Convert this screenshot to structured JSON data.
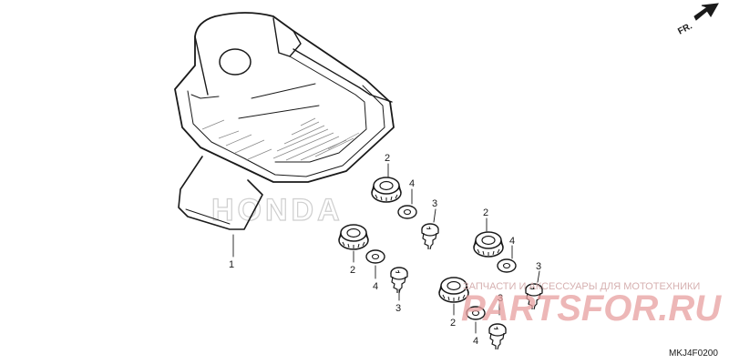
{
  "direction_label": "FR.",
  "diagram_code": "MKJ4F0200",
  "watermark": {
    "brand": "PARTSFOR.RU",
    "tagline": "ЗАПЧАСТИ И АКСЕССУАРЫ ДЛЯ МОТОТЕХНИКИ",
    "ghost_logo": "HONDA"
  },
  "parts": {
    "cover": "1",
    "grommets": [
      "2",
      "2",
      "2",
      "2"
    ],
    "screws": [
      "3",
      "3",
      "3",
      "3"
    ],
    "washers": [
      "4",
      "4",
      "4",
      "4"
    ]
  },
  "colors": {
    "ink": "#1a1a1a",
    "watermark": "#e8a0a0"
  }
}
